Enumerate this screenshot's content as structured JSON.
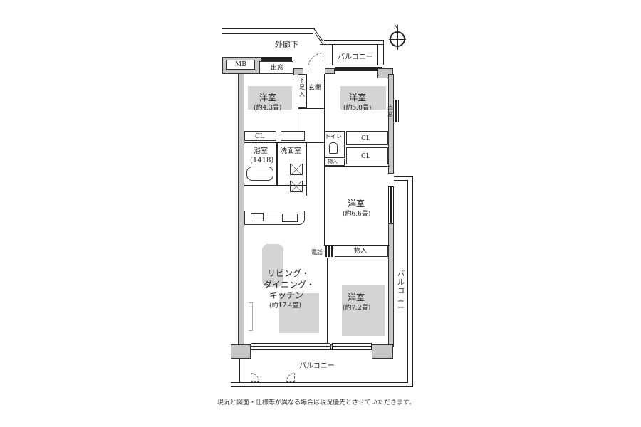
{
  "compass": {
    "label": "N"
  },
  "labels": {
    "outer_corridor": "外廊下",
    "balcony_top": "バルコニー",
    "balcony_right": "バルコニー",
    "balcony_bottom": "バルコニー",
    "mb": "MB",
    "bay_window_top": "出窓",
    "bay_window_right": "出窓",
    "entrance": "玄関",
    "shoe_storage": "下足入",
    "toilet": "トイレ",
    "storage_small": "物入",
    "storage_mid": "物入",
    "phone": "電話",
    "washroom": "洗面室",
    "closet_1": "CL",
    "closet_2": "CL",
    "closet_3": "CL"
  },
  "rooms": [
    {
      "name": "洋室",
      "size": "(約4.3畳)"
    },
    {
      "name": "洋室",
      "size": "(約5.0畳)"
    },
    {
      "name": "浴室",
      "size": "(1418)"
    },
    {
      "name": "洋室",
      "size": "(約6.6畳)"
    },
    {
      "name": "リビング・\nダイニング・\nキッチン",
      "line1": "リビング・",
      "line2": "ダイニング・",
      "line3": "キッチン",
      "size": "(約17.4畳)"
    },
    {
      "name": "洋室",
      "size": "(約7.2畳)"
    }
  ],
  "footnote": "現況と図面・仕様等が異なる場合は現況優先とさせていただきます。"
}
